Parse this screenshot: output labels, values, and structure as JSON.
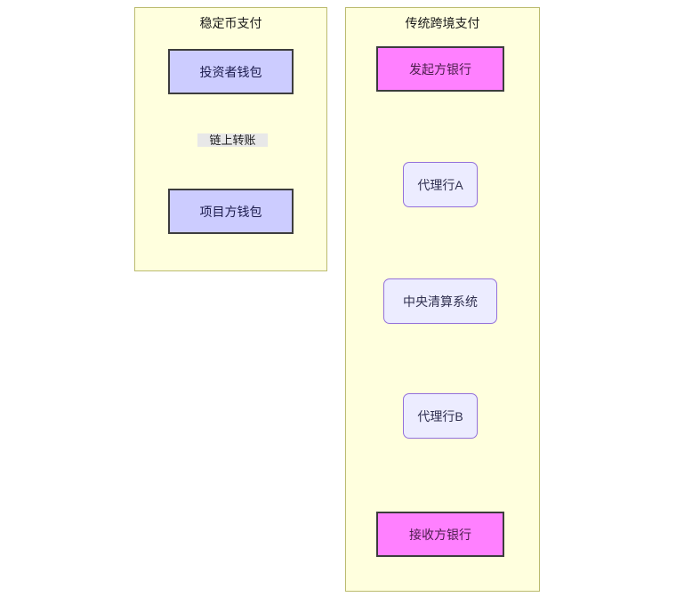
{
  "diagram": {
    "type": "flowchart",
    "direction": "top-down",
    "background": "#ffffff",
    "colors": {
      "subgraph_fill": "#ffffde",
      "subgraph_border": "#bbbb6f",
      "wallet_fill": "#ccccff",
      "wallet_border": "#3d3d3d",
      "bank_fill": "#ff80ff",
      "bank_border": "#3d3d3d",
      "intermediary_fill": "#ececff",
      "intermediary_border": "#9370db",
      "edge_stroke": "#737350",
      "label_backdrop": "#e8e8e8"
    }
  },
  "subgraphs": [
    {
      "id": "stablecoin",
      "title": "稳定币支付",
      "nodes": [
        {
          "id": "investor-wallet",
          "label": "投资者钱包",
          "shape": "rect",
          "style": "wallet"
        },
        {
          "id": "project-wallet",
          "label": "项目方钱包",
          "shape": "rect",
          "style": "wallet"
        }
      ],
      "edges": [
        {
          "from": "investor-wallet",
          "to": "project-wallet",
          "label": "链上转账"
        }
      ]
    },
    {
      "id": "traditional",
      "title": "传统跨境支付",
      "nodes": [
        {
          "id": "sender-bank",
          "label": "发起方银行",
          "shape": "rect",
          "style": "bank"
        },
        {
          "id": "correspondent-a",
          "label": "代理行A",
          "shape": "rounded",
          "style": "intermediary"
        },
        {
          "id": "clearing-system",
          "label": "中央清算系统",
          "shape": "rounded",
          "style": "intermediary"
        },
        {
          "id": "correspondent-b",
          "label": "代理行B",
          "shape": "rounded",
          "style": "intermediary"
        },
        {
          "id": "receiver-bank",
          "label": "接收方银行",
          "shape": "rect",
          "style": "bank"
        }
      ],
      "edges": [
        {
          "from": "sender-bank",
          "to": "correspondent-a",
          "label": ""
        },
        {
          "from": "correspondent-a",
          "to": "clearing-system",
          "label": ""
        },
        {
          "from": "clearing-system",
          "to": "correspondent-b",
          "label": ""
        },
        {
          "from": "correspondent-b",
          "to": "receiver-bank",
          "label": ""
        }
      ]
    }
  ]
}
